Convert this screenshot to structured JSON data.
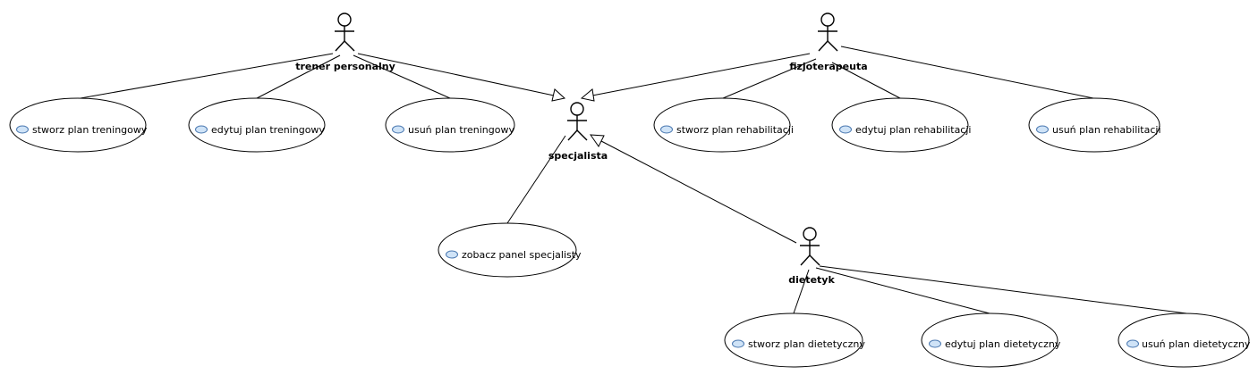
{
  "actors": {
    "trener": {
      "label": "trener personalny"
    },
    "fizjo": {
      "label": "fizjoterapeuta"
    },
    "specjalista": {
      "label": "specjalista"
    },
    "dietetyk": {
      "label": "dietetyk"
    }
  },
  "use_cases": {
    "stworz_trening": {
      "label": "stworz plan treningowy"
    },
    "edytuj_trening": {
      "label": "edytuj plan treningowy"
    },
    "usun_trening": {
      "label": "usuń plan treningowy"
    },
    "stworz_rehab": {
      "label": "stworz plan rehabilitacji"
    },
    "edytuj_rehab": {
      "label": "edytuj plan rehabilitacji"
    },
    "usun_rehab": {
      "label": "usuń plan rehabilitacji"
    },
    "zobacz_panel": {
      "label": "zobacz panel specjalisty"
    },
    "stworz_diet": {
      "label": "stworz plan dietetyczny"
    },
    "edytuj_diet": {
      "label": "edytuj plan dietetyczny"
    },
    "usun_diet": {
      "label": "usuń plan dietetyczny"
    }
  },
  "colors": {
    "line": "#000000",
    "usecase_icon_fill": "#cfe3f7",
    "usecase_icon_stroke": "#4a78b0"
  }
}
